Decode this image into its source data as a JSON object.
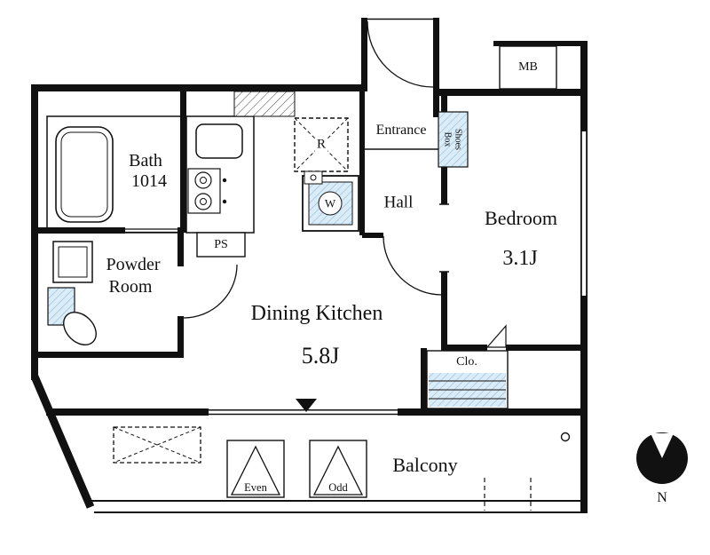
{
  "plan": {
    "bath": {
      "name": "Bath",
      "size": "1014"
    },
    "powder_room": {
      "line1": "Powder",
      "line2": "Room"
    },
    "entrance": "Entrance",
    "hall": "Hall",
    "bedroom": {
      "name": "Bedroom",
      "size": "3.1J"
    },
    "dining_kitchen": {
      "name": "Dining Kitchen",
      "size": "5.8J"
    },
    "balcony": "Balcony",
    "closet": "Clo.",
    "shoes_box": {
      "line1": "Shoes",
      "line2": "Box"
    },
    "meter_box": "MB",
    "pipe_space": "PS",
    "refrigerator": "R",
    "washing_machine": "W",
    "hatch_even": "Even",
    "hatch_odd": "Odd",
    "compass_north": "N"
  },
  "colors": {
    "wall": "#111111",
    "water_area_fill": "#daecf7",
    "water_area_hatch": "#8fb8d8"
  }
}
